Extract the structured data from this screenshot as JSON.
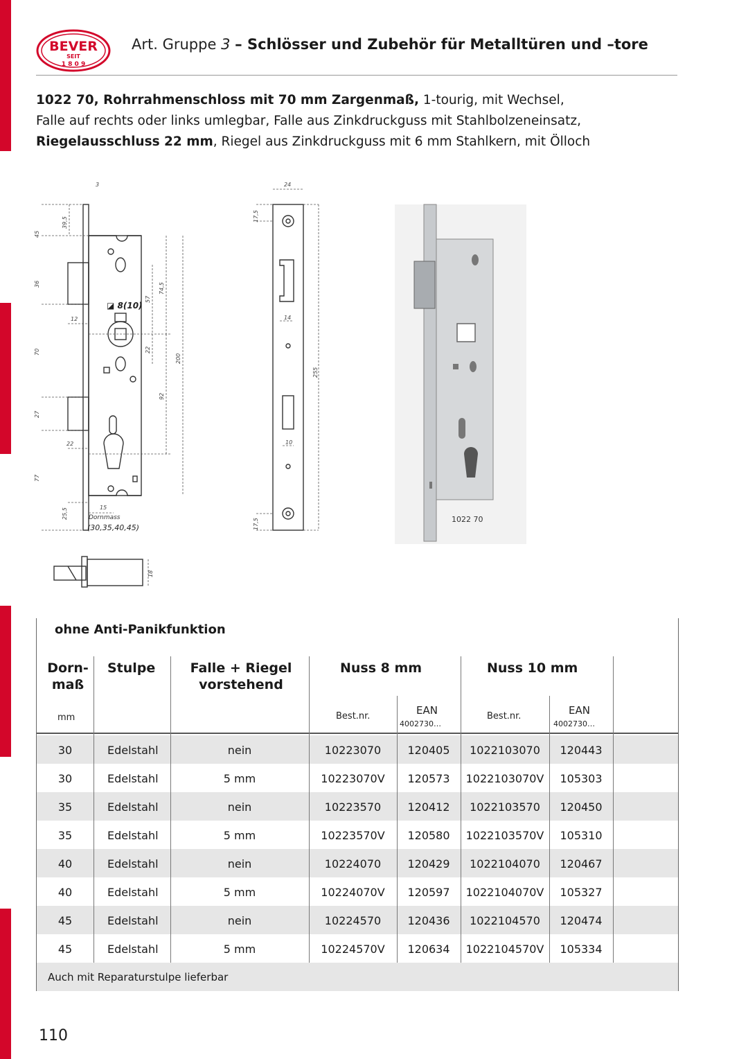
{
  "header": {
    "logo_text_top": "BEVER",
    "logo_text_mid": "SEIT",
    "logo_text_bottom": "1 8 0 9",
    "group_prefix": "Art. Gruppe",
    "group_number": "3",
    "title": "– Schlösser und Zubehör für Metalltüren und –tore"
  },
  "description": {
    "line1_bold": "1022 70, Rohrrahmenschloss mit 70 mm Zargenmaß,",
    "line1_rest": " 1-tourig, mit Wechsel,",
    "line2": "Falle auf rechts oder links umlegbar, Falle aus Zinkdruckguss mit Stahlbolzeneinsatz,",
    "line3_bold": "Riegelausschluss 22 mm",
    "line3_rest": ", Riegel aus Zinkdruckguss mit 6 mm Stahlkern, mit Ölloch"
  },
  "drawing": {
    "dim_top": "3",
    "dim_395": "39,5",
    "dim_45": "45",
    "dim_36": "36",
    "dim_12": "12",
    "dim_70": "70",
    "dim_27": "27",
    "dim_22a": "22",
    "dim_77": "77",
    "dim_255": "25,5",
    "dim_15": "15",
    "dim_57": "57",
    "dim_745": "74,5",
    "dim_22b": "22",
    "dim_200": "200",
    "dim_92": "92",
    "nut": "◪ 8(10)",
    "dornmass": "Dornmass",
    "dornmass_values": "(30,35,40,45)",
    "side_24": "24",
    "side_175a": "17,5",
    "side_14": "14",
    "side_255": "255",
    "side_10": "10",
    "side_175b": "17,5",
    "small_18": "18",
    "photo_caption": "1022 70"
  },
  "table": {
    "section_title": "ohne Anti-Panikfunktion",
    "headers": {
      "dorn_line1": "Dorn-",
      "dorn_line2": "maß",
      "stulpe": "Stulpe",
      "falle_line1": "Falle + Riegel",
      "falle_line2": "vorstehend",
      "nuss8": "Nuss 8 mm",
      "nuss10": "Nuss 10 mm"
    },
    "sub": {
      "mm": "mm",
      "bestnr1": "Best.nr.",
      "ean1": "EAN",
      "ean_prefix1": "4002730…",
      "bestnr2": "Best.nr.",
      "ean2": "EAN",
      "ean_prefix2": "4002730…"
    },
    "rows": [
      {
        "dorn": "30",
        "stulpe": "Edelstahl",
        "falle": "nein",
        "best8": "10223070",
        "ean8": "120405",
        "best10": "1022103070",
        "ean10": "120443"
      },
      {
        "dorn": "30",
        "stulpe": "Edelstahl",
        "falle": "5 mm",
        "best8": "10223070V",
        "ean8": "120573",
        "best10": "1022103070V",
        "ean10": "105303"
      },
      {
        "dorn": "35",
        "stulpe": "Edelstahl",
        "falle": "nein",
        "best8": "10223570",
        "ean8": "120412",
        "best10": "1022103570",
        "ean10": "120450"
      },
      {
        "dorn": "35",
        "stulpe": "Edelstahl",
        "falle": "5 mm",
        "best8": "10223570V",
        "ean8": "120580",
        "best10": "1022103570V",
        "ean10": "105310"
      },
      {
        "dorn": "40",
        "stulpe": "Edelstahl",
        "falle": "nein",
        "best8": "10224070",
        "ean8": "120429",
        "best10": "1022104070",
        "ean10": "120467"
      },
      {
        "dorn": "40",
        "stulpe": "Edelstahl",
        "falle": "5 mm",
        "best8": "10224070V",
        "ean8": "120597",
        "best10": "1022104070V",
        "ean10": "105327"
      },
      {
        "dorn": "45",
        "stulpe": "Edelstahl",
        "falle": "nein",
        "best8": "10224570",
        "ean8": "120436",
        "best10": "1022104570",
        "ean10": "120474"
      },
      {
        "dorn": "45",
        "stulpe": "Edelstahl",
        "falle": "5 mm",
        "best8": "10224570V",
        "ean8": "120634",
        "best10": "1022104570V",
        "ean10": "105334"
      }
    ],
    "note": "Auch mit Reparaturstulpe lieferbar"
  },
  "page_number": "110",
  "colors": {
    "brand_red": "#d3062a",
    "row_shade": "#e6e6e6"
  }
}
